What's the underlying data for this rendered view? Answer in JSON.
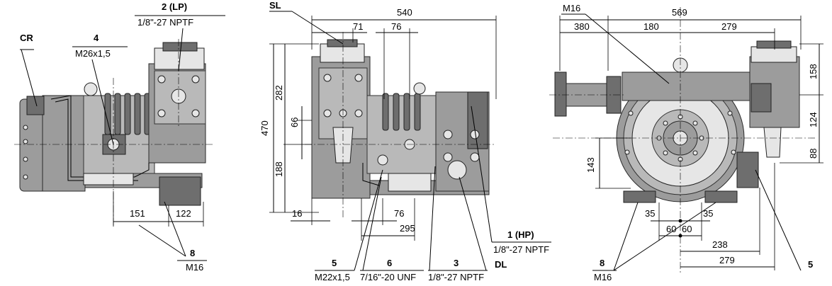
{
  "left_view": {
    "cr": "CR",
    "conn4_num": "4",
    "conn4_spec": "M26x1,5",
    "conn2_num": "2 (LP)",
    "conn2_spec": "1/8\"-27 NPTF",
    "dim_151": "151",
    "dim_122": "122",
    "conn8_num": "8",
    "conn8_spec": "M16"
  },
  "middle_view": {
    "sl": "SL",
    "dim_540": "540",
    "dim_71": "71",
    "dim_76_top": "76",
    "dim_470": "470",
    "dim_282": "282",
    "dim_66": "66",
    "dim_188": "188",
    "dim_16": "16",
    "dim_76_bottom": "76",
    "dim_295": "295",
    "conn1_num": "1 (HP)",
    "conn1_spec": "1/8\"-27 NPTF",
    "conn5_num": "5",
    "conn5_spec": "M22x1,5",
    "conn6_num": "6",
    "conn6_spec": "7/16\"-20 UNF",
    "conn3_num": "3",
    "conn3_spec": "1/8\"-27 NPTF",
    "dl": "DL"
  },
  "right_view": {
    "m16_top": "M16",
    "dim_569": "569",
    "dim_380": "380",
    "dim_180": "180",
    "dim_279_top": "279",
    "dim_158": "158",
    "dim_124": "124",
    "dim_88": "88",
    "dim_143": "143",
    "dim_35_left": "35",
    "dim_35_right": "35",
    "dim_60_left": "60",
    "dim_60_right": "60",
    "dim_238": "238",
    "dim_279_bottom": "279",
    "conn8_num": "8",
    "conn8_spec": "M16",
    "conn5_num": "5"
  }
}
